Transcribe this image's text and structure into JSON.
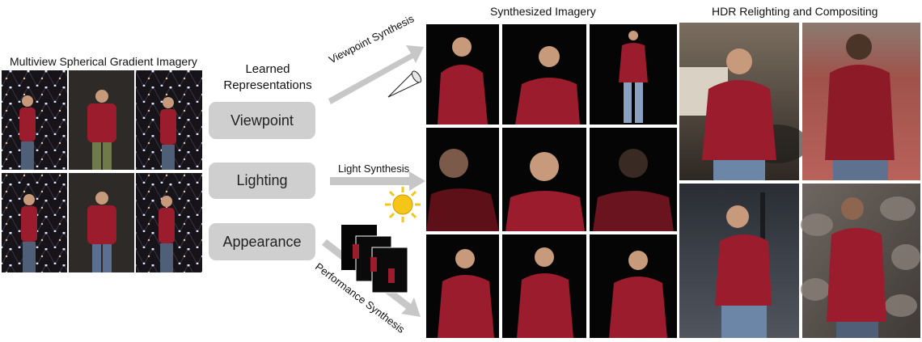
{
  "headings": {
    "input": "Multiview Spherical Gradient Imagery",
    "learned": "Learned Representations",
    "synth": "Synthesized Imagery",
    "hdr": "HDR Relighting and Compositing"
  },
  "representations": [
    "Viewpoint",
    "Lighting",
    "Appearance"
  ],
  "arrows": {
    "viewpoint": "Viewpoint Synthesis",
    "light": "Light Synthesis",
    "performance": "Performance Synthesis"
  },
  "colors": {
    "sweater": "#9b1c2c",
    "rep_box": "#cfcfcf",
    "arrow": "#c7c7c7",
    "sun": "#f5c518"
  }
}
